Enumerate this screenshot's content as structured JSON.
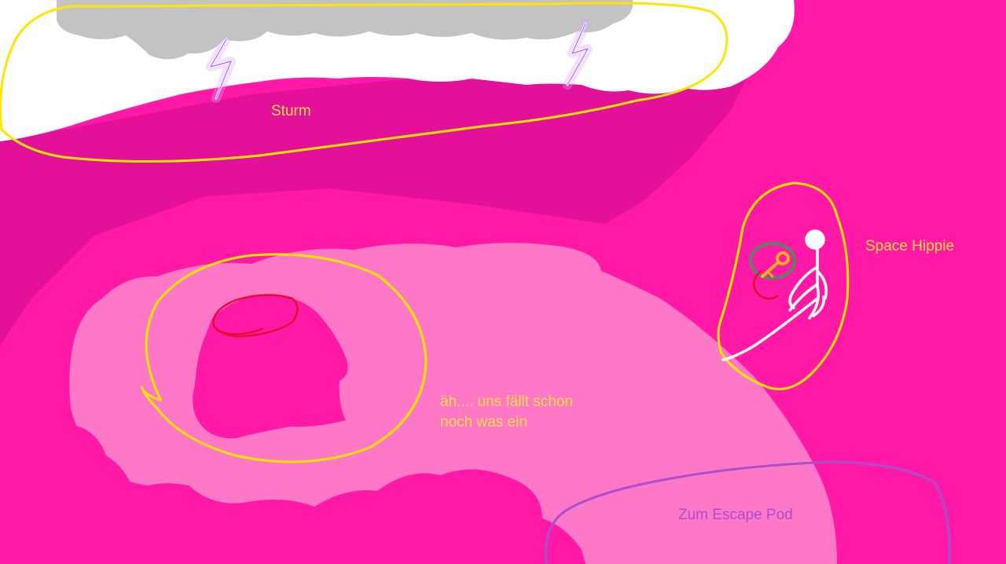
{
  "labels": {
    "storm": "Sturm",
    "mystery": "äh.... uns fällt schon",
    "mystery_line2": "noch was ein",
    "hippie": "Space Hippie",
    "escape": "Zum Escape Pod"
  },
  "colors": {
    "background": "#ff19a6",
    "darker_region": "#e3109a",
    "plain": "#ff78c8",
    "cloud": "#ffffff",
    "storm_cloud": "#c3c3c3",
    "lightning": "#d8a6ff",
    "yellow_outline": "#ffe600",
    "label_text": "#ffe040",
    "escape_outline": "#a84fd0",
    "escape_text": "#a84fd0",
    "red_mark": "#e01030",
    "green_ring": "#2ea04a",
    "key": "#ffb020",
    "figure": "#ffffff"
  },
  "icons": [
    "lightning-icon",
    "lightning-icon",
    "key-icon",
    "stick-figure-icon"
  ]
}
